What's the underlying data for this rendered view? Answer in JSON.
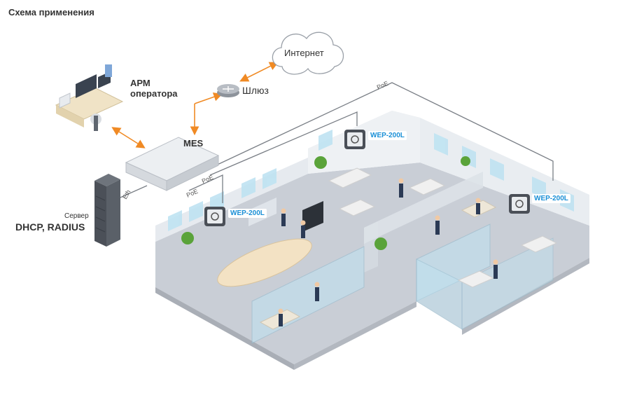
{
  "page_title": "Схема применения",
  "nodes": {
    "internet": "Интернет",
    "gateway": "Шлюз",
    "workstation_line1": "АРМ",
    "workstation_line2": "оператора",
    "switch": "MES",
    "server_caption": "Сервер",
    "server_name": "DHCP, RADIUS"
  },
  "links": {
    "poe_top": "PoE",
    "poe_mid": "PoE",
    "poe_low": "PoE",
    "eth": "Eth"
  },
  "access_points": [
    {
      "label": "WEP-200L"
    },
    {
      "label": "WEP-200L"
    },
    {
      "label": "WEP-200L"
    }
  ],
  "colors": {
    "arrow": "#f08a24",
    "wall": "#dfe4ea",
    "floor": "#c9ced6",
    "glass": "#bfe3f2",
    "accent": "#1a8fd6"
  }
}
